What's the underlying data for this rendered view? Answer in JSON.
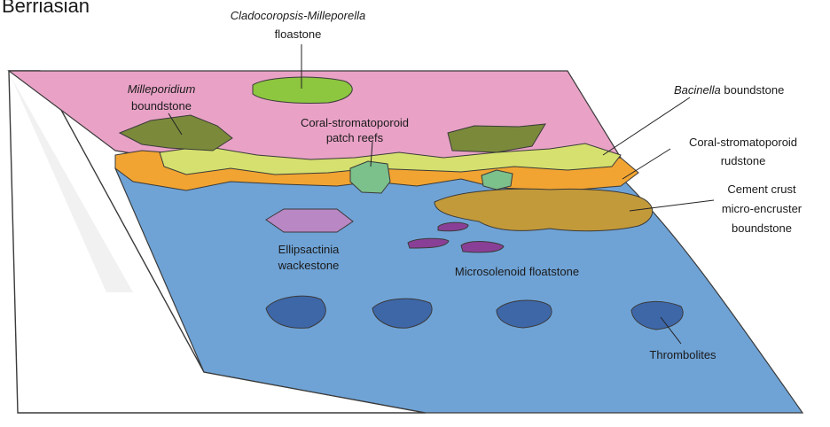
{
  "title": "Berriasian",
  "labels": {
    "cladocoropsis_1": "Cladocoropsis-Milleporella",
    "cladocoropsis_2": "floastone",
    "milleporidium_1": "Milleporidium",
    "milleporidium_2": "boundstone",
    "patch_reefs_1": "Coral-stromatoporoid",
    "patch_reefs_2": "patch reefs",
    "bacinella_italic": "Bacinella",
    "bacinella_rest": " boundstone",
    "rudstone_1": "Coral-stromatoporoid",
    "rudstone_2": "rudstone",
    "cement_1": "Cement crust",
    "cement_2": "micro-encruster",
    "cement_3": "boundstone",
    "ellipsactinia_1": "Ellipsactinia",
    "ellipsactinia_2": "wackestone",
    "microsolenoid": "Microsolenoid floatstone",
    "thrombolites": "Thrombolites"
  },
  "colors": {
    "lagoon": "#e9a2c6",
    "slope": "#6fa3d6",
    "rudstone": "#f1a431",
    "bacinella": "#d5e06e",
    "patch_reef": "#7cc08b",
    "milleporidium": "#7b8a3a",
    "cladocoropsis": "#8dc63f",
    "cement_crust": "#c39a3a",
    "ellipsactinia": "#b887c4",
    "microsolenoid": "#8a3f96",
    "thrombolite": "#3e67a8",
    "side_face": "#ffffff"
  }
}
